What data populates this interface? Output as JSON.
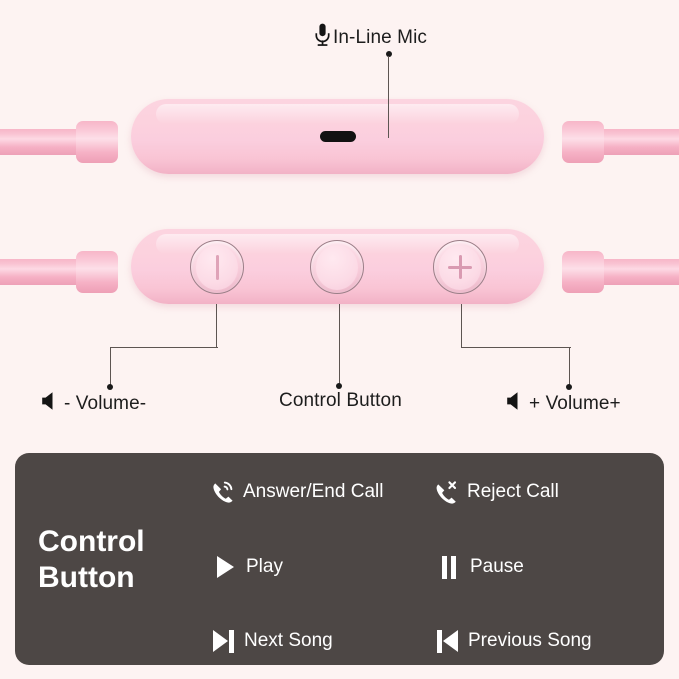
{
  "colors": {
    "background": "#fdf3f2",
    "device_pink": "#fbcede",
    "cable_pink": "#f7b6c8",
    "panel_dark": "#4d4745",
    "panel_text": "#ffffff",
    "label_text": "#1d1d1d",
    "leader_line": "#5d5552"
  },
  "callouts": {
    "mic": {
      "label": "In-Line Mic",
      "icon": "microphone-icon"
    },
    "volume_down": {
      "label": "- Volume-",
      "icon": "speaker-icon"
    },
    "control_button": {
      "label": "Control Button"
    },
    "volume_up": {
      "label": "+ Volume+",
      "icon": "speaker-icon"
    }
  },
  "device": {
    "mic_module": {
      "name": "in-line-mic-module",
      "slot": "mic-slot"
    },
    "control_module": {
      "name": "control-module",
      "buttons": [
        {
          "name": "volume-down-button",
          "glyph": "minus"
        },
        {
          "name": "center-control-button",
          "glyph": "none"
        },
        {
          "name": "volume-up-button",
          "glyph": "plus"
        }
      ]
    }
  },
  "panel": {
    "title_line1": "Control",
    "title_line2": "Button",
    "features": [
      {
        "label": "Answer/End Call",
        "icon": "phone-answer-icon"
      },
      {
        "label": "Reject Call",
        "icon": "phone-reject-icon"
      },
      {
        "label": "Play",
        "icon": "play-icon"
      },
      {
        "label": "Pause",
        "icon": "pause-icon"
      },
      {
        "label": "Next Song",
        "icon": "next-track-icon"
      },
      {
        "label": "Previous Song",
        "icon": "previous-track-icon"
      }
    ]
  }
}
